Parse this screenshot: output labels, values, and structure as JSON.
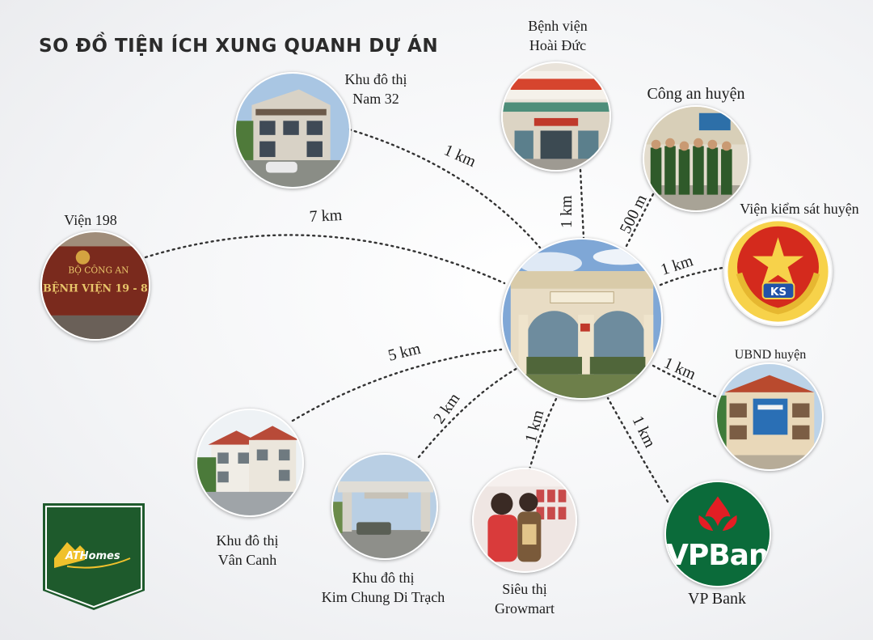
{
  "title": "SO ĐỒ TIỆN ÍCH XUNG QUANH DỰ ÁN",
  "hub": {
    "icon": "arch-gate-icon"
  },
  "amenities": [
    {
      "id": "nam32",
      "label_lines": [
        "Khu đô thị",
        "Nam 32"
      ],
      "distance": "1 km",
      "icon": "villa-photo-icon"
    },
    {
      "id": "hoaiduc",
      "label_lines": [
        "Bệnh viện",
        "Hoài Đức"
      ],
      "distance": "1 km",
      "icon": "hospital-photo-icon"
    },
    {
      "id": "congan",
      "label_lines": [
        "Công an huyện"
      ],
      "distance": "500 m",
      "icon": "police-photo-icon"
    },
    {
      "id": "kiemsat",
      "label_lines": [
        "Viện kiểm sát huyện"
      ],
      "distance": "1 km",
      "icon": "emblem-icon",
      "emblem_text": "KS"
    },
    {
      "id": "ubnd",
      "label_lines": [
        "UBND huyện"
      ],
      "distance": "1 km",
      "icon": "government-building-icon"
    },
    {
      "id": "vpbank",
      "label_lines": [
        "VP Bank"
      ],
      "distance": "1 km",
      "icon": "vpbank-logo-icon",
      "brand_text": "VPBank",
      "brand_color": "#0b6b3a",
      "brand_accent": "#e31e24"
    },
    {
      "id": "growmart",
      "label_lines": [
        "Siêu thị",
        "Growmart"
      ],
      "distance": "1 km",
      "icon": "supermarket-photo-icon"
    },
    {
      "id": "kimchung",
      "label_lines": [
        "Khu đô thị",
        "Kim Chung Di Trạch"
      ],
      "distance": "2 km",
      "icon": "gate-photo-icon"
    },
    {
      "id": "vancanh",
      "label_lines": [
        "Khu đô thị",
        "Vân Canh"
      ],
      "distance": "5 km",
      "icon": "villa-photo-icon"
    },
    {
      "id": "vien198",
      "label_lines": [
        "Viện 198"
      ],
      "distance": "7 km",
      "icon": "hospital-sign-icon",
      "sign_lines": [
        "BỘ CÔNG AN",
        "BỆNH VIỆN 19 - 8"
      ]
    }
  ],
  "logo": {
    "text": "ATHomes",
    "color": "#1e5a2c",
    "icon": "athomes-logo-icon"
  }
}
